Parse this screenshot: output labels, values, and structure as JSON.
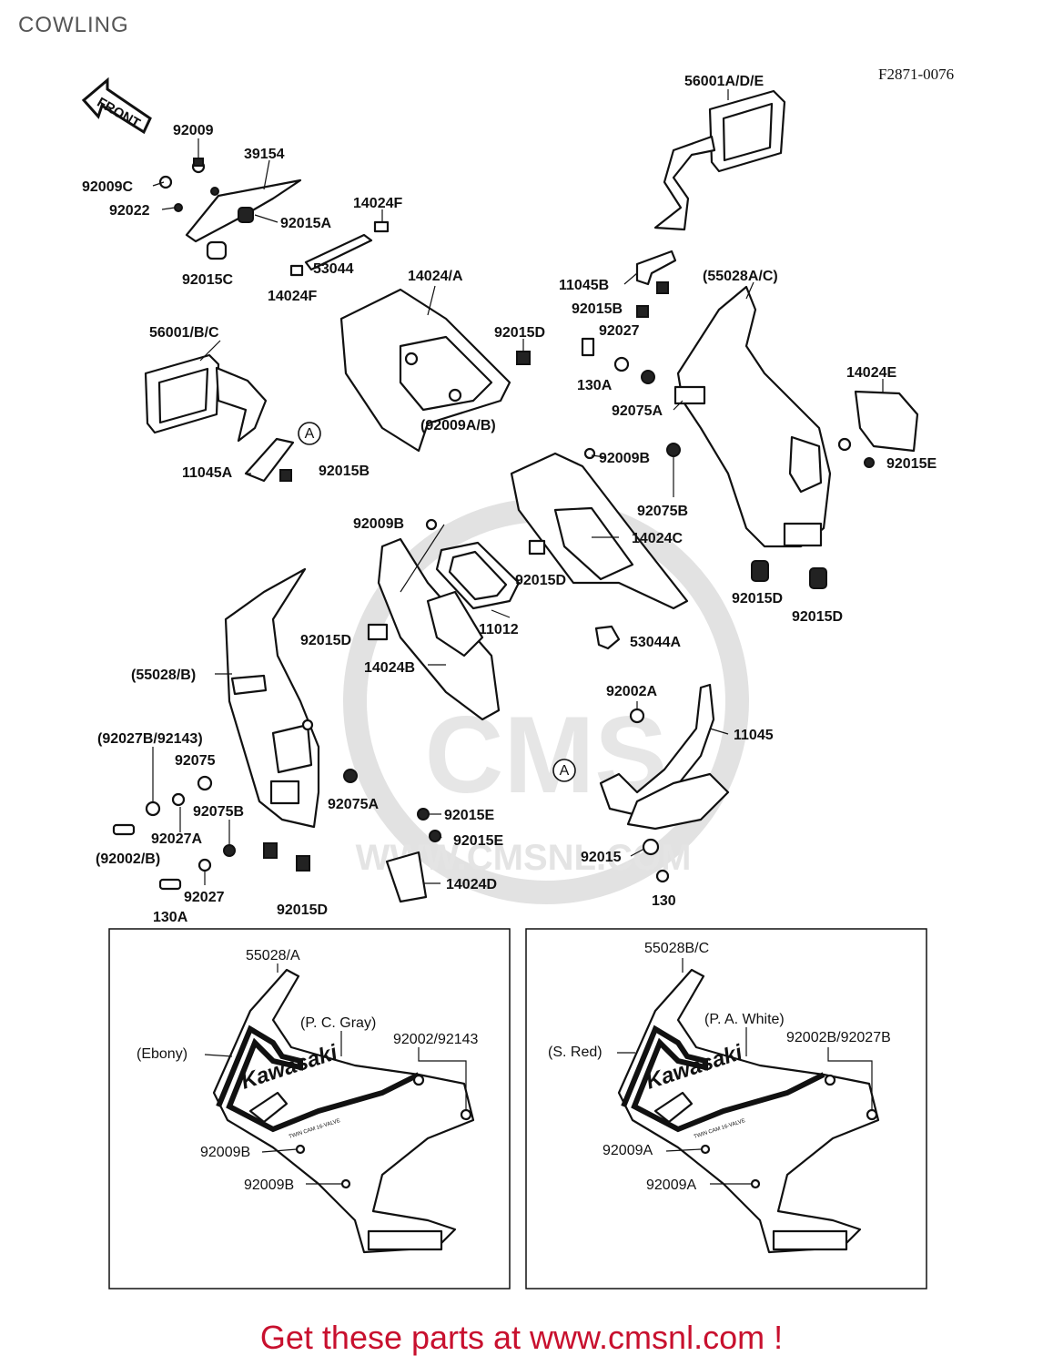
{
  "title": "COWLING",
  "figure_code": "F2871-0076",
  "footer": "Get these parts at www.cmsnl.com !",
  "watermark": "WWW.CMSNL.COM",
  "front_arrow": "FRONT",
  "labels": {
    "l_56001ADE": "56001A/D/E",
    "l_92009": "92009",
    "l_39154": "39154",
    "l_92009C": "92009C",
    "l_92022": "92022",
    "l_14024F_a": "14024F",
    "l_92015A": "92015A",
    "l_53044": "53044",
    "l_92015C": "92015C",
    "l_14024F_b": "14024F",
    "l_14024A": "14024/A",
    "l_11045B": "11045B",
    "l_55028AC": "(55028A/C)",
    "l_92015B_a": "92015B",
    "l_92027_a": "92027",
    "l_56001BC": "56001/B/C",
    "l_92015D_a": "92015D",
    "l_130A_a": "130A",
    "l_14024E": "14024E",
    "l_92075A_a": "92075A",
    "l_92009AB": "(92009A/B)",
    "l_A_a": "A",
    "l_92009B_a": "92009B",
    "l_92015E_a": "92015E",
    "l_11045A": "11045A",
    "l_92015B_b": "92015B",
    "l_92075B_a": "92075B",
    "l_92009B_b": "92009B",
    "l_14024C": "14024C",
    "l_92015D_b": "92015D",
    "l_92015D_c": "92015D",
    "l_92015D_d": "92015D",
    "l_11012": "11012",
    "l_92015D_e": "92015D",
    "l_53044A": "53044A",
    "l_14024B": "14024B",
    "l_55028B": "(55028/B)",
    "l_92002A": "92002A",
    "l_92027B92143": "(92027B/92143)",
    "l_11045": "11045",
    "l_92075": "92075",
    "l_A_b": "A",
    "l_92075A_b": "92075A",
    "l_92075B_b": "92075B",
    "l_92015E_b": "92015E",
    "l_92027A": "92027A",
    "l_92015E_c": "92015E",
    "l_92002B": "(92002/B)",
    "l_92015": "92015",
    "l_14024D": "14024D",
    "l_92027_b": "92027",
    "l_130": "130",
    "l_130A_b": "130A",
    "l_92015D_f": "92015D"
  },
  "inset_left": {
    "part": "55028/A",
    "color_main": "(P. C. Gray)",
    "color_stripe": "(Ebony)",
    "fasteners": "92002/92143",
    "screw_a": "92009B",
    "screw_b": "92009B",
    "decal": "Kawasaki",
    "decal_small": "TWIN CAM 16-VALVE"
  },
  "inset_right": {
    "part": "55028B/C",
    "color_main": "(P. A. White)",
    "color_stripe": "(S. Red)",
    "fasteners": "92002B/92027B",
    "screw_a": "92009A",
    "screw_b": "92009A",
    "decal": "Kawasaki",
    "decal_small": "TWIN CAM 16-VALVE"
  }
}
